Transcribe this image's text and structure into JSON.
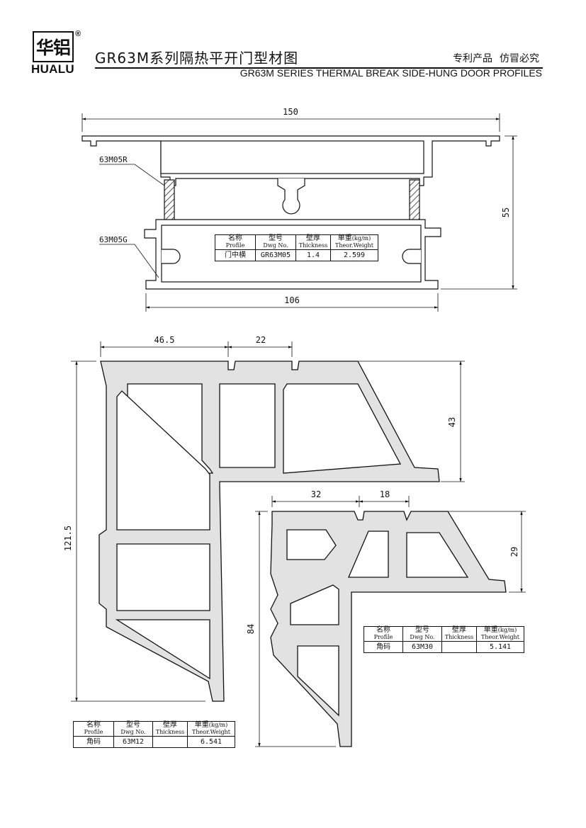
{
  "brand": {
    "cn": "华铝",
    "en": "HUALU",
    "reg": "®"
  },
  "header": {
    "title_cn": "GR63M系列隔热平开门型材图",
    "title_en": "GR63M SERIES THERMAL BREAK SIDE-HUNG DOOR PROFILES",
    "patent": "专利产品",
    "counterfeit": "仿冒必究"
  },
  "profile1": {
    "dim_width": "150",
    "dim_height": "55",
    "dim_bottom": "106",
    "label_top": "63M05R",
    "label_bottom": "63M05G"
  },
  "table_headers": {
    "name_cn": "名称",
    "name_en": "Profile",
    "dwg_cn": "型号",
    "dwg_en": "Dwg No.",
    "thk_cn": "壁厚",
    "thk_en": "Thickness",
    "wt_cn": "单重",
    "wt_unit": "(kg/m)",
    "wt_en": "Theor.Weight"
  },
  "table1": {
    "profile": "门中横",
    "dwg": "GR63M05",
    "thickness": "1.4",
    "weight": "2.599"
  },
  "corner1": {
    "dim_a": "46.5",
    "dim_b": "22",
    "dim_h": "43",
    "dim_total": "121.5"
  },
  "table2": {
    "profile": "角码",
    "dwg": "63M12",
    "thickness": "",
    "weight": "6.541"
  },
  "corner2": {
    "dim_a": "32",
    "dim_b": "18",
    "dim_h": "29",
    "dim_total": "84"
  },
  "table3": {
    "profile": "角码",
    "dwg": "63M30",
    "thickness": "",
    "weight": "5.141"
  }
}
